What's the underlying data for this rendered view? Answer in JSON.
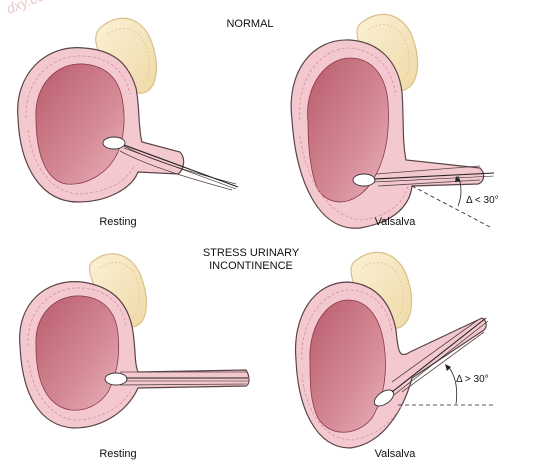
{
  "watermark": "dxy.com",
  "sections": {
    "normal": {
      "title": "NORMAL",
      "left_label": "Resting",
      "right_label": "Valsalva",
      "angle_text": "Δ < 30°"
    },
    "sui": {
      "title_line1": "STRESS URINARY",
      "title_line2": "INCONTINENCE",
      "left_label": "Resting",
      "right_label": "Valsalva",
      "angle_text": "Δ > 30°"
    }
  },
  "colors": {
    "bladder_wall": "#f3c9cf",
    "bladder_lumen": "#c9707e",
    "pubic_bone": "#f7e7bf",
    "outline": "#3a3a3a"
  }
}
